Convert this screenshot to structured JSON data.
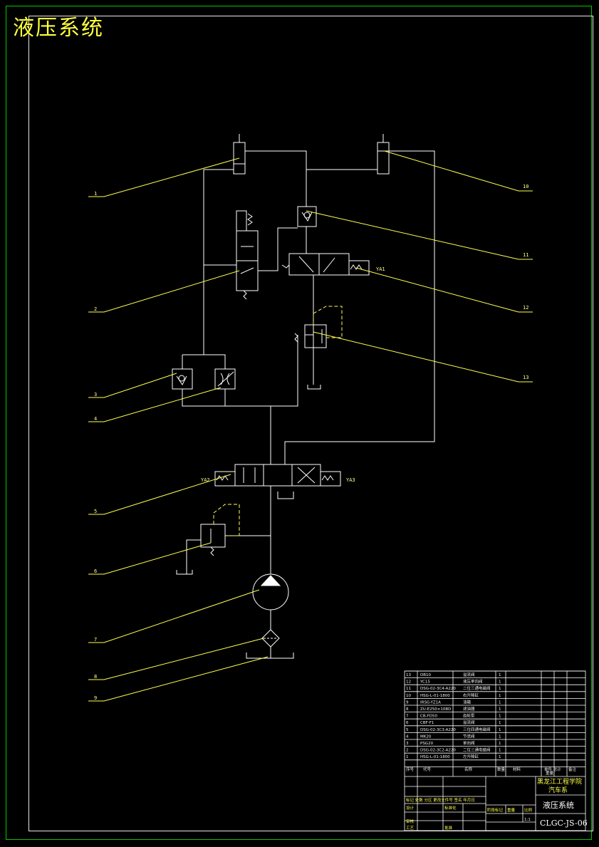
{
  "title": "液压系统",
  "components": {
    "cyl_1": "1",
    "valve_2": "2",
    "check_3": "3",
    "throttle_4": "4",
    "dir_valve_5": "5",
    "relief_6": "6",
    "pump_7": "7",
    "filter_8": "8",
    "tank_9": "9",
    "cyl_10": "10",
    "check_11": "11",
    "solenoid_12": "12",
    "relief_13": "13",
    "ya1": "YA1",
    "ya2": "YA2",
    "ya3": "YA3"
  },
  "bom": [
    {
      "no": "13",
      "code": "DB10",
      "name": "溢流阀",
      "qty": "1"
    },
    {
      "no": "12",
      "code": "YC15",
      "name": "液压单向阀",
      "qty": "1"
    },
    {
      "no": "11",
      "code": "DSG-02-3C4-A220",
      "name": "二位三通电磁阀",
      "qty": "1"
    },
    {
      "no": "10",
      "code": "HSG-L-01-1800",
      "name": "右升降缸",
      "qty": "1"
    },
    {
      "no": "9",
      "code": "IRSG-YZ1A",
      "name": "油箱",
      "qty": "1"
    },
    {
      "no": "8",
      "code": "ZU-E250×10BD",
      "name": "滤油器",
      "qty": "1"
    },
    {
      "no": "7",
      "code": "CB-FD50",
      "name": "齿轮泵",
      "qty": "1"
    },
    {
      "no": "6",
      "code": "CBF-F1",
      "name": "溢流阀",
      "qty": "1"
    },
    {
      "no": "5",
      "code": "DSG-02-3C3-A220",
      "name": "三位四通电磁阀",
      "qty": "1"
    },
    {
      "no": "4",
      "code": "MK20",
      "name": "节流阀",
      "qty": "1"
    },
    {
      "no": "3",
      "code": "PSG20",
      "name": "单向阀",
      "qty": "1"
    },
    {
      "no": "2",
      "code": "DSG-02-3C2-A220",
      "name": "二位三通电磁阀",
      "qty": "1"
    },
    {
      "no": "1",
      "code": "HSG-L-01-1800",
      "name": "左升降缸",
      "qty": "1"
    }
  ],
  "bom_headers": {
    "no": "序号",
    "code": "代号",
    "name": "名称",
    "qty": "数量",
    "material": "材料",
    "weight": "单件 总计",
    "weight2": "重量",
    "remark": "备注"
  },
  "title_block": {
    "school": "黑龙江工程学院",
    "dept": "汽车系",
    "drawing_name": "液压系统",
    "drawing_no": "CLGC-JS-06",
    "scale": "1:1",
    "scale_label": "比例",
    "stage_label": "阶段标记",
    "weight_label": "重量",
    "designer": "设计",
    "standard": "标准化",
    "review": "审核",
    "process": "工艺",
    "approve": "批准",
    "mark_row": "标记 处数 分区 更改文件号 签名 年月日"
  }
}
